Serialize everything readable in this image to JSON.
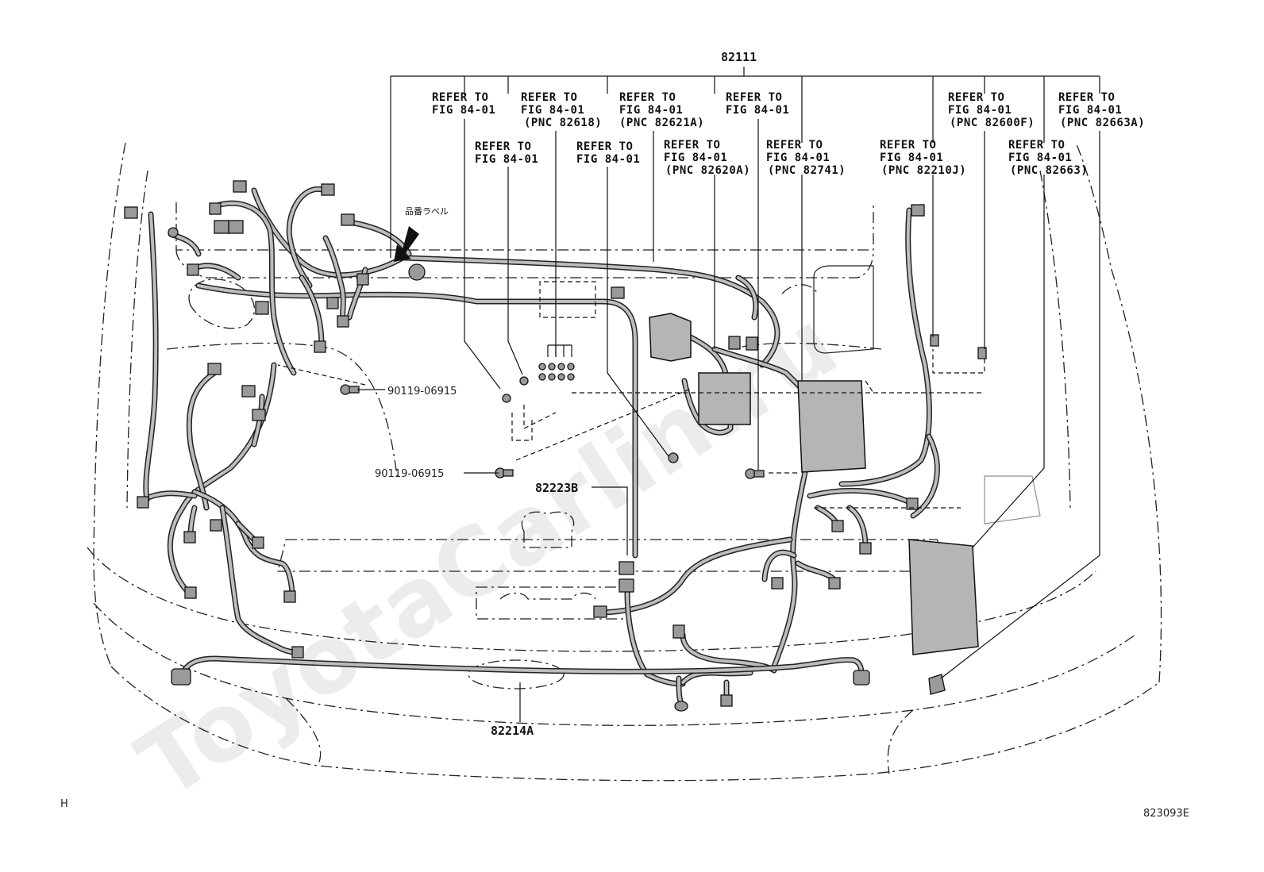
{
  "watermark": "ToyotaCarlin.ru",
  "part_main_harness": "82111",
  "refer_labels": [
    {
      "id": "r1",
      "line1": "REFER TO",
      "line2": "FIG 84-01",
      "line3": ""
    },
    {
      "id": "r2",
      "line1": "REFER TO",
      "line2": "FIG 84-01",
      "line3": "(PNC 82618)"
    },
    {
      "id": "r3",
      "line1": "REFER TO",
      "line2": "FIG 84-01",
      "line3": "(PNC 82621A)"
    },
    {
      "id": "r4",
      "line1": "REFER TO",
      "line2": "FIG 84-01",
      "line3": ""
    },
    {
      "id": "r5",
      "line1": "REFER TO",
      "line2": "FIG 84-01",
      "line3": "(PNC 82600F)"
    },
    {
      "id": "r6",
      "line1": "REFER TO",
      "line2": "FIG 84-01",
      "line3": "(PNC 82663A)"
    },
    {
      "id": "r7",
      "line1": "REFER TO",
      "line2": "FIG 84-01",
      "line3": ""
    },
    {
      "id": "r8",
      "line1": "REFER TO",
      "line2": "FIG 84-01",
      "line3": ""
    },
    {
      "id": "r9",
      "line1": "REFER TO",
      "line2": "FIG 84-01",
      "line3": "(PNC 82620A)"
    },
    {
      "id": "r10",
      "line1": "REFER TO",
      "line2": "FIG 84-01",
      "line3": "(PNC 82741)"
    },
    {
      "id": "r11",
      "line1": "REFER TO",
      "line2": "FIG 84-01",
      "line3": "(PNC 82210J)"
    },
    {
      "id": "r12",
      "line1": "REFER TO",
      "line2": "FIG 84-01",
      "line3": "(PNC 82663)"
    }
  ],
  "bolt_upper": "90119-06915",
  "bolt_lower": "90119-06915",
  "part_center_wire": "82223B",
  "part_front_wire": "82214A",
  "label_tag": "品番ラベル",
  "corner_mark": "H",
  "figure_number": "823093E"
}
